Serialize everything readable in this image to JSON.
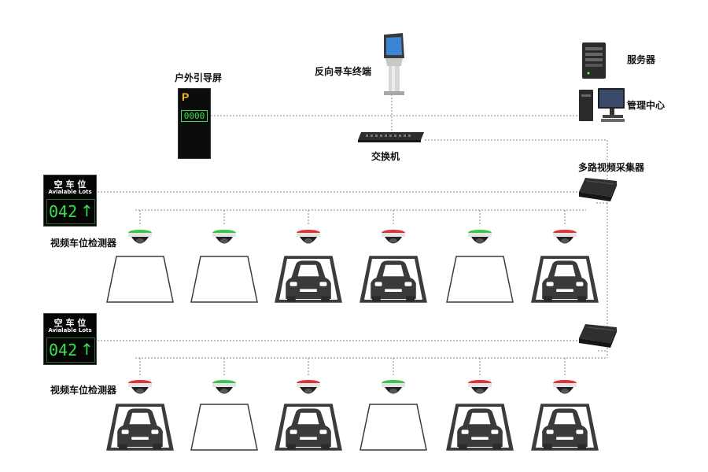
{
  "labels": {
    "outdoor_screen": "户外引导屏",
    "reverse_terminal": "反向寻车终端",
    "server": "服务器",
    "management_center": "管理中心",
    "switch": "交换机",
    "video_collector": "多路视频采集器",
    "detector_row1": "视频车位检测器",
    "detector_row2": "视频车位检测器"
  },
  "outdoor_screen": {
    "p_letter": "P",
    "digits": "0000"
  },
  "lot_signs": [
    {
      "title": "空 车 位",
      "subtitle": "Avialable Lots",
      "count": "042",
      "arrow": "↑"
    },
    {
      "title": "空 车 位",
      "subtitle": "Avialable Lots",
      "count": "042",
      "arrow": "↑"
    }
  ],
  "status_colors": {
    "free": "#3cc44a",
    "occupied": "#d8343a",
    "digit": "#38e050"
  },
  "rows": [
    {
      "spaces": [
        "free",
        "free",
        "occupied",
        "occupied",
        "free",
        "occupied"
      ]
    },
    {
      "spaces": [
        "occupied",
        "free",
        "occupied",
        "free",
        "occupied",
        "occupied"
      ]
    }
  ]
}
